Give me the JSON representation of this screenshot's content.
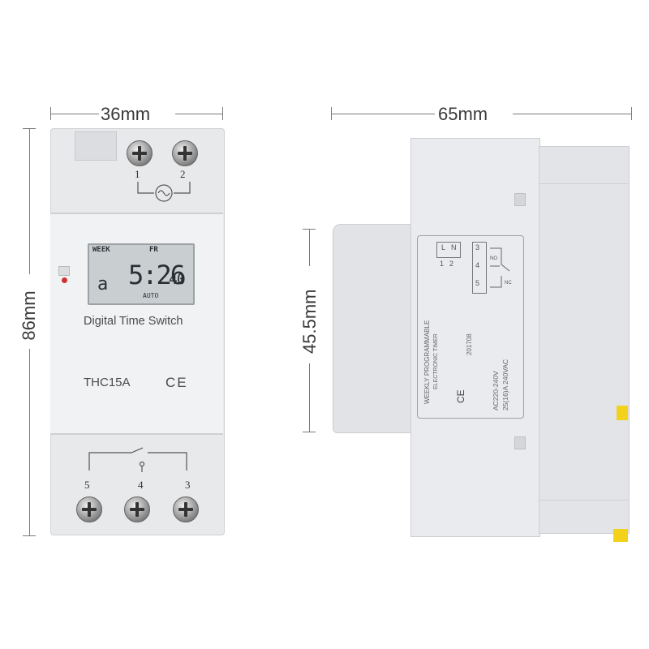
{
  "dimensions": {
    "width_front": "36mm",
    "height_front": "86mm",
    "width_side": "65mm",
    "height_side": "45.5mm"
  },
  "front": {
    "top_terminals": [
      "1",
      "2"
    ],
    "lcd": {
      "week_label": "WEEK",
      "day_label": "FR",
      "day_digit": "a",
      "time": "5:26",
      "seconds": "40",
      "mode": "AUTO"
    },
    "product_name": "Digital Time Switch",
    "model": "THC15A",
    "mark": "CE",
    "bottom_terminals": [
      "5",
      "4",
      "3"
    ]
  },
  "side": {
    "terminal_block_top": [
      "L",
      "N",
      "1",
      "2"
    ],
    "terminal_block_right": [
      "3",
      "4",
      "5"
    ],
    "contact_labels": [
      "NO",
      "NC"
    ],
    "product_line1": "WEEKLY PROGRAMMABLE",
    "product_line2": "ELECTRONIC TIMER",
    "code": "201708",
    "mark": "CE",
    "rating1": "AC220-240V",
    "rating2": "25(16)A  240VAC"
  },
  "colors": {
    "body": "#e8e9eb",
    "lcd": "#c9ced1",
    "led": "#d23030",
    "yellow_clip": "#f2d21a"
  }
}
